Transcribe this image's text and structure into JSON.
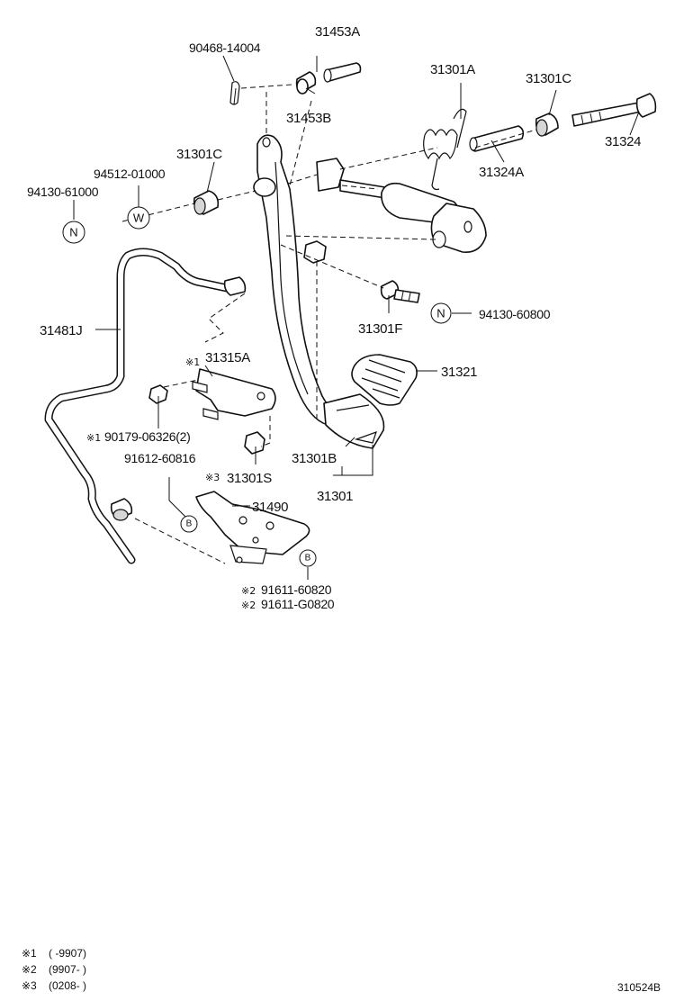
{
  "callouts": {
    "p90468": "90468-14004",
    "p31453A": "31453A",
    "p31453B": "31453B",
    "p31301A": "31301A",
    "p31301C_top": "31301C",
    "p31324": "31324",
    "p31324A": "31324A",
    "p31301C_left": "31301C",
    "p94512": "94512-01000",
    "p94130_61000": "94130-61000",
    "p31481J": "31481J",
    "p31301F": "31301F",
    "p94130_60800": "94130-60800",
    "p31315A": "31315A",
    "p31321": "31321",
    "p90179": "90179-06326(2)",
    "p31301B": "31301B",
    "p91612": "91612-60816",
    "p31301S": "31301S",
    "p31301": "31301",
    "p31490": "31490",
    "p91611_60820": "91611-60820",
    "p91611_G0820": "91611-G0820"
  },
  "markers": {
    "m1": "※1",
    "m2": "※2",
    "m3": "※3",
    "sym_m1": "※1",
    "sym_m2": "※2",
    "sym_m3": "※3",
    "sym_plain": "※"
  },
  "circle_symbols": {
    "n": "N",
    "w": "W",
    "b": "B"
  },
  "footnotes": [
    {
      "mark": "※1",
      "text": "(        -9907)"
    },
    {
      "mark": "※2",
      "text": "(9907-        )"
    },
    {
      "mark": "※3",
      "text": "(0208-        )"
    }
  ],
  "figure_code": "310524B"
}
